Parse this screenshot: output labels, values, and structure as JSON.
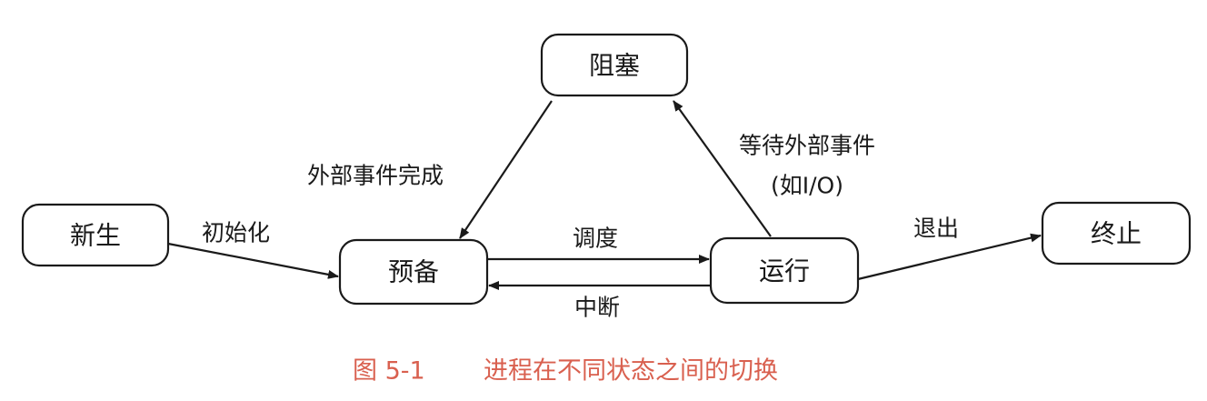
{
  "colors": {
    "stroke": "#1a1a1a",
    "box_fill": "#ffffff",
    "caption": "#d9604f"
  },
  "states": {
    "blocked": "阻塞",
    "new": "新生",
    "ready": "预备",
    "running": "运行",
    "terminated": "终止"
  },
  "transitions": {
    "event_done": "外部事件完成",
    "wait_event_line1": "等待外部事件",
    "wait_event_line2": "(如I/O)",
    "init": "初始化",
    "dispatch": "调度",
    "interrupt": "中断",
    "exit": "退出"
  },
  "caption": {
    "figure_number": "图 5-1",
    "title": "进程在不同状态之间的切换"
  }
}
